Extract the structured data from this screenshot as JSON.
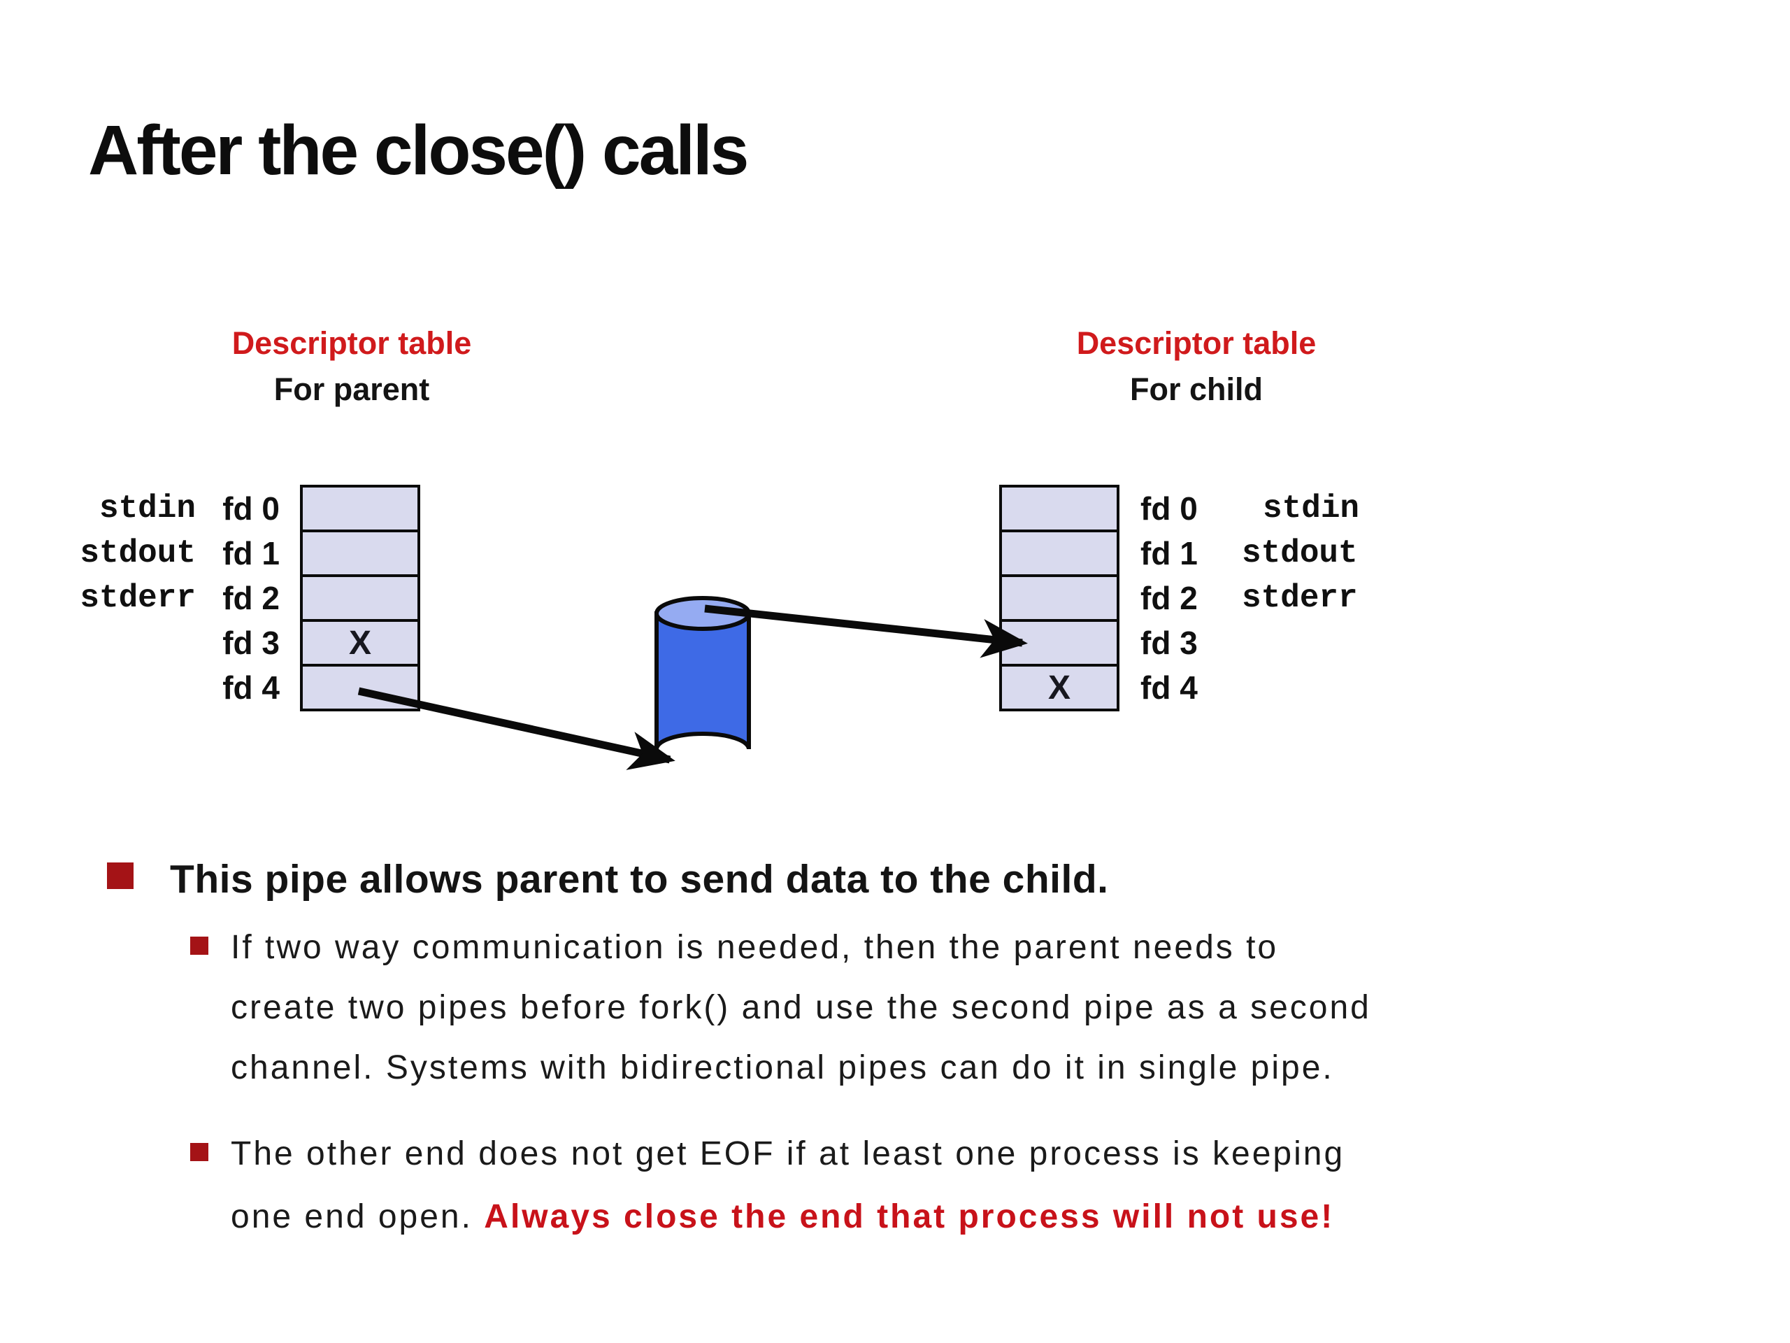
{
  "slide": {
    "title": "After the close() calls"
  },
  "parent_table": {
    "header_line1": "Descriptor table",
    "header_line2": "For parent",
    "rows": [
      {
        "stream": "stdin",
        "fd": "fd 0",
        "mark": ""
      },
      {
        "stream": "stdout",
        "fd": "fd 1",
        "mark": ""
      },
      {
        "stream": "stderr",
        "fd": "fd 2",
        "mark": ""
      },
      {
        "stream": "",
        "fd": "fd 3",
        "mark": "X"
      },
      {
        "stream": "",
        "fd": "fd 4",
        "mark": ""
      }
    ]
  },
  "child_table": {
    "header_line1": "Descriptor table",
    "header_line2": "For child",
    "rows": [
      {
        "fd": "fd 0",
        "stream": "stdin",
        "mark": ""
      },
      {
        "fd": "fd 1",
        "stream": "stdout",
        "mark": ""
      },
      {
        "fd": "fd 2",
        "stream": "stderr",
        "mark": ""
      },
      {
        "fd": "fd 3",
        "stream": "",
        "mark": ""
      },
      {
        "fd": "fd 4",
        "stream": "",
        "mark": "X"
      }
    ]
  },
  "bullets": {
    "main": "This pipe allows parent to send data to the child.",
    "sub1": [
      "If two way communication is needed, then the parent needs to",
      "create two pipes before fork() and use the second pipe as a second",
      "channel. Systems with bidirectional pipes can do it in single pipe."
    ],
    "sub2_line1": "The other end does not get EOF if at least one process is keeping",
    "sub2_line2_plain": "one end open. ",
    "sub2_line2_emphasis": "Always close the end that process will not use!"
  },
  "colors": {
    "heading_red": "#d01a1c",
    "bullet_square_red": "#a41316",
    "emphasis_red": "#c8121a",
    "cell_fill": "#d9daee",
    "pipe_body_blue": "#3e6ae6",
    "pipe_top_blue": "#95abf2"
  }
}
